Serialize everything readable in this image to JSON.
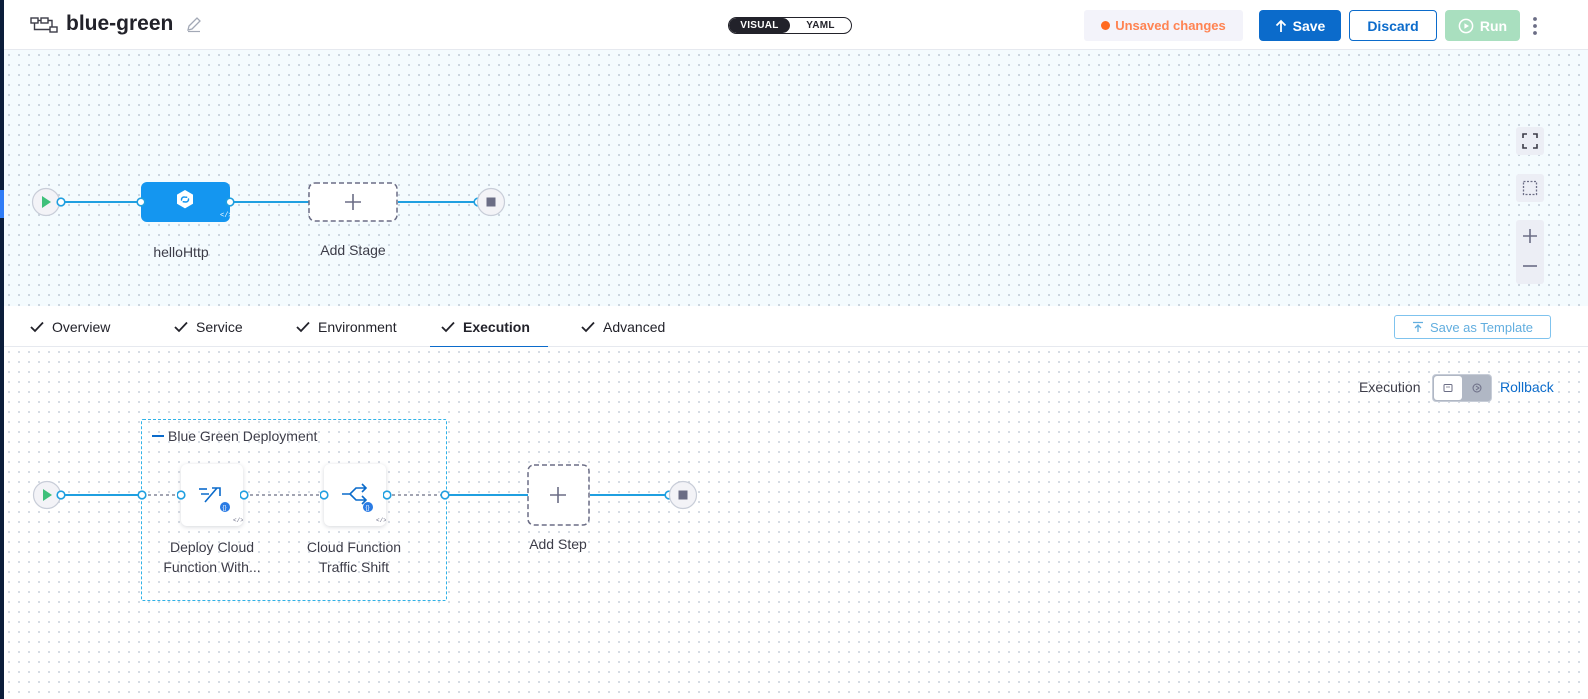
{
  "header": {
    "pipeline_name": "blue-green",
    "view_toggle": {
      "visual": "VISUAL",
      "yaml": "YAML",
      "selected": "VISUAL"
    },
    "unsaved_label": "Unsaved changes",
    "save_label": "Save",
    "discard_label": "Discard",
    "run_label": "Run"
  },
  "stage_canvas": {
    "stages": [
      {
        "label": "helloHttp",
        "icon": "google-cloud-function-icon"
      }
    ],
    "add_stage_label": "Add Stage"
  },
  "tabs": {
    "items": [
      {
        "label": "Overview",
        "completed": true
      },
      {
        "label": "Service",
        "completed": true
      },
      {
        "label": "Environment",
        "completed": true
      },
      {
        "label": "Execution",
        "completed": true,
        "active": true
      },
      {
        "label": "Advanced",
        "completed": true
      }
    ],
    "save_as_template_label": "Save as Template"
  },
  "execution": {
    "mode_label": "Execution",
    "rollback_label": "Rollback",
    "group_title": "Blue Green Deployment",
    "steps": [
      {
        "label_line1": "Deploy Cloud",
        "label_line2": "Function With...",
        "icon": "deploy-cloud-function-icon"
      },
      {
        "label_line1": "Cloud Function",
        "label_line2": "Traffic Shift",
        "icon": "traffic-shift-icon"
      }
    ],
    "add_step_label": "Add Step"
  },
  "colors": {
    "primary": "#0b6bcb",
    "connector": "#1f9fe0",
    "unsaved": "#ff8352",
    "run_disabled": "#a9dfbf",
    "stage_node": "#1496f0"
  }
}
